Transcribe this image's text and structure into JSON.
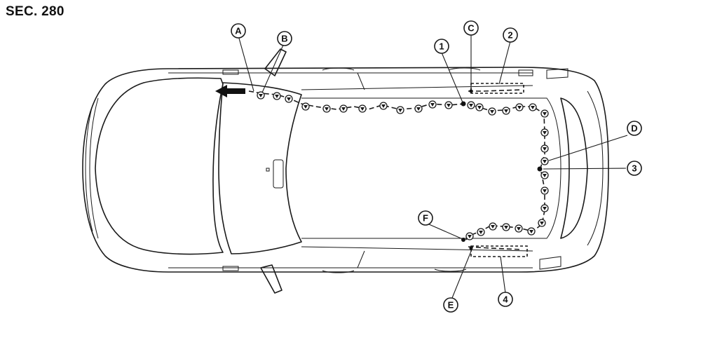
{
  "section_title": "SEC. 280",
  "callouts": {
    "A": "A",
    "B": "B",
    "C": "C",
    "D": "D",
    "E": "E",
    "F": "F",
    "one": "1",
    "two": "2",
    "three": "3",
    "four": "4"
  },
  "icons": {
    "front_arrow": "front-direction-arrow-icon",
    "clip": "harness-clip-icon"
  },
  "colors": {
    "line": "#1a1a1a",
    "background": "#ffffff"
  }
}
